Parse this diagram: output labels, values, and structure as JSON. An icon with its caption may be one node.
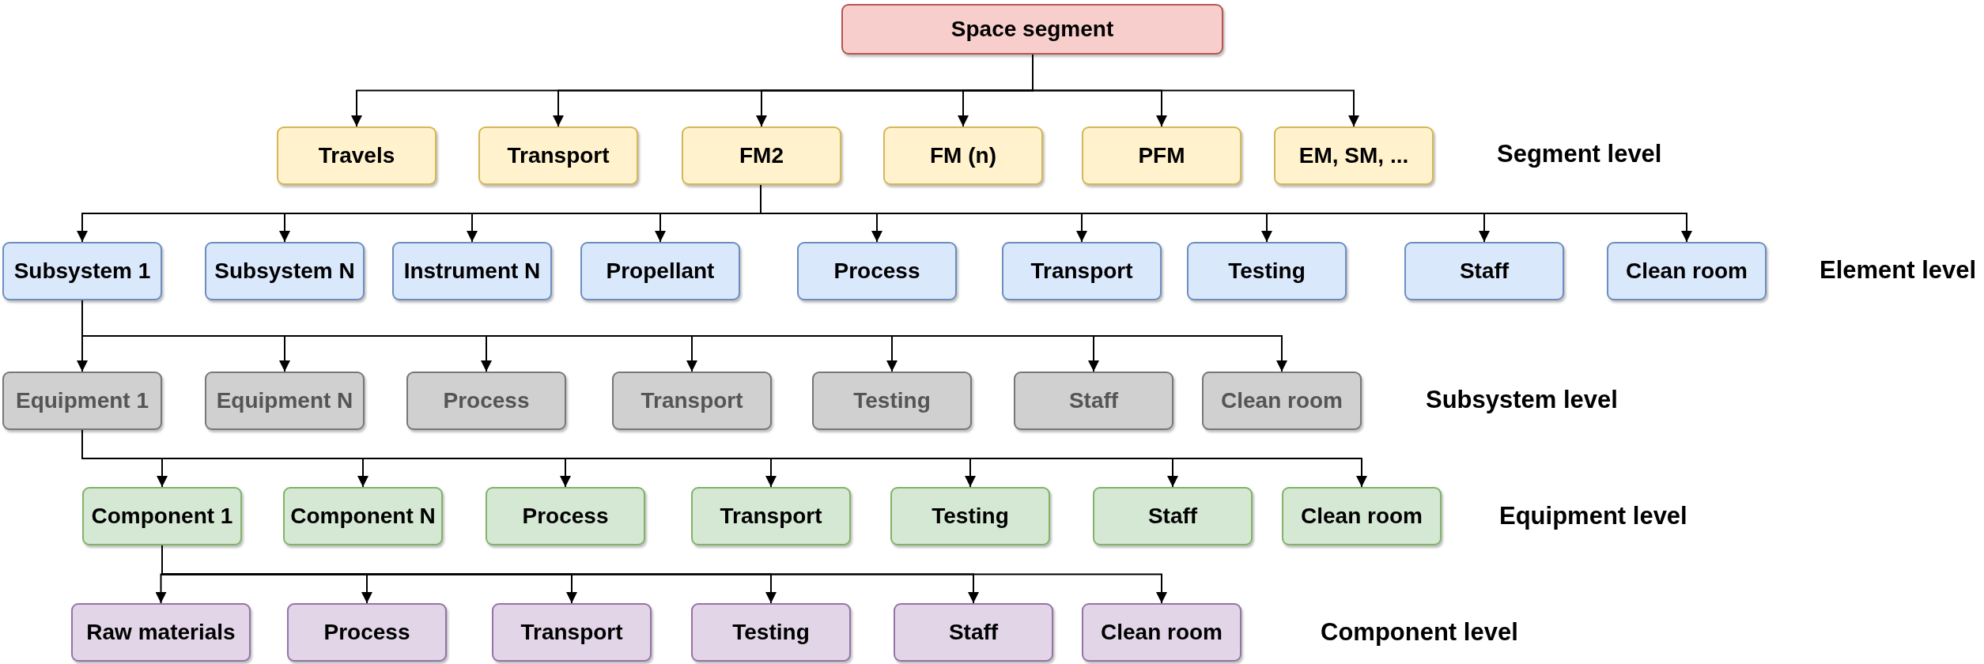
{
  "diagram": {
    "nodes": [
      {
        "text": [
          "Space segment"
        ]
      },
      {
        "text": [
          "Travels"
        ]
      },
      {
        "text": [
          "Transport"
        ]
      },
      {
        "text": [
          "FM2"
        ]
      },
      {
        "text": [
          "FM (n)"
        ]
      },
      {
        "text": [
          "PFM"
        ]
      },
      {
        "text": [
          "EM, SM, ..."
        ]
      },
      {
        "text": [
          "Subsystem 1"
        ]
      },
      {
        "text": [
          "Subsystem N"
        ]
      },
      {
        "text": [
          "Instrument N"
        ]
      },
      {
        "text": [
          "Propellant"
        ]
      },
      {
        "text": [
          "Process"
        ]
      },
      {
        "text": [
          "Transport"
        ]
      },
      {
        "text": [
          "Testing"
        ]
      },
      {
        "text": [
          "Staff"
        ]
      },
      {
        "text": [
          "Clean room"
        ]
      },
      {
        "text": [
          "Equipment 1"
        ]
      },
      {
        "text": [
          "Equipment N"
        ]
      },
      {
        "text": [
          "Process"
        ]
      },
      {
        "text": [
          "Transport"
        ]
      },
      {
        "text": [
          "Testing"
        ]
      },
      {
        "text": [
          "Staff"
        ]
      },
      {
        "text": [
          "Clean room"
        ]
      },
      {
        "text": [
          "Component 1"
        ]
      },
      {
        "text": [
          "Component N"
        ]
      },
      {
        "text": [
          "Process"
        ]
      },
      {
        "text": [
          "Transport"
        ]
      },
      {
        "text": [
          "Testing"
        ]
      },
      {
        "text": [
          "Staff"
        ]
      },
      {
        "text": [
          "Clean room"
        ]
      },
      {
        "text": [
          "Raw materials"
        ]
      },
      {
        "text": [
          "Process"
        ]
      },
      {
        "text": [
          "Transport"
        ]
      },
      {
        "text": [
          "Testing"
        ]
      },
      {
        "text": [
          "Staff"
        ]
      },
      {
        "text": [
          "Clean room"
        ]
      }
    ],
    "edges": [
      {
        "from": 0,
        "to": 1,
        "arrow": "to"
      },
      {
        "from": 0,
        "to": 2,
        "arrow": "to"
      },
      {
        "from": 0,
        "to": 3,
        "arrow": "to"
      },
      {
        "from": 0,
        "to": 4,
        "arrow": "to"
      },
      {
        "from": 0,
        "to": 5,
        "arrow": "to"
      },
      {
        "from": 0,
        "to": 6,
        "arrow": "to"
      },
      {
        "from": 3,
        "to": 7,
        "arrow": "to"
      },
      {
        "from": 3,
        "to": 8,
        "arrow": "to"
      },
      {
        "from": 3,
        "to": 9,
        "arrow": "to"
      },
      {
        "from": 3,
        "to": 10,
        "arrow": "to"
      },
      {
        "from": 3,
        "to": 11,
        "arrow": "to"
      },
      {
        "from": 3,
        "to": 12,
        "arrow": "to"
      },
      {
        "from": 3,
        "to": 13,
        "arrow": "to"
      },
      {
        "from": 3,
        "to": 14,
        "arrow": "to"
      },
      {
        "from": 3,
        "to": 15,
        "arrow": "to"
      },
      {
        "from": 7,
        "to": 16,
        "arrow": "to"
      },
      {
        "from": 7,
        "to": 17,
        "arrow": "to"
      },
      {
        "from": 7,
        "to": 18,
        "arrow": "to"
      },
      {
        "from": 7,
        "to": 19,
        "arrow": "to"
      },
      {
        "from": 7,
        "to": 20,
        "arrow": "to"
      },
      {
        "from": 7,
        "to": 21,
        "arrow": "to"
      },
      {
        "from": 7,
        "to": 22,
        "arrow": "to"
      },
      {
        "from": 16,
        "to": 23,
        "arrow": "to"
      },
      {
        "from": 16,
        "to": 24,
        "arrow": "to"
      },
      {
        "from": 16,
        "to": 25,
        "arrow": "to"
      },
      {
        "from": 16,
        "to": 26,
        "arrow": "to"
      },
      {
        "from": 16,
        "to": 27,
        "arrow": "to"
      },
      {
        "from": 16,
        "to": 28,
        "arrow": "to"
      },
      {
        "from": 16,
        "to": 29,
        "arrow": "to"
      },
      {
        "from": 23,
        "to": 30,
        "arrow": "to"
      },
      {
        "from": 23,
        "to": 31,
        "arrow": "to"
      },
      {
        "from": 23,
        "to": 32,
        "arrow": "to"
      },
      {
        "from": 23,
        "to": 33,
        "arrow": "to"
      },
      {
        "from": 23,
        "to": 34,
        "arrow": "to"
      },
      {
        "from": 23,
        "to": 35,
        "arrow": "to"
      }
    ],
    "labels": [
      "Segment level",
      "Element level",
      "Subsystem level",
      "Equipment level",
      "Component level"
    ]
  }
}
